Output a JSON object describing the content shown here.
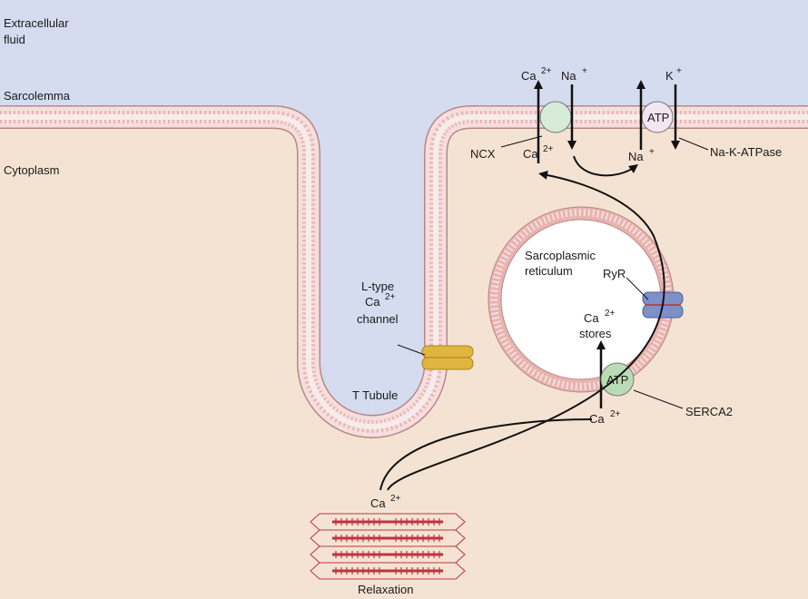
{
  "regions": {
    "extracellular_line1": "Extracellular",
    "extracellular_line2": "fluid",
    "sarcolemma": "Sarcolemma",
    "cytoplasm": "Cytoplasm"
  },
  "t_tubule": {
    "label": "T Tubule"
  },
  "l_type_channel": {
    "line1": "L-type",
    "line2": "Ca",
    "line2_sup": "2+",
    "line3": "channel"
  },
  "ncx": {
    "label": "NCX",
    "ca_out": "Ca",
    "ca_out_sup": "2+",
    "na_out": "Na",
    "na_out_sup": "+",
    "ca_in": "Ca",
    "ca_in_sup": "2+"
  },
  "na_k_atpase": {
    "label": "Na-K-ATPase",
    "atp": "ATP",
    "k_out": "K",
    "k_out_sup": "+",
    "na_in": "Na",
    "na_in_sup": "+"
  },
  "sarcoplasmic_reticulum": {
    "line1": "Sarcoplasmic",
    "line2": "reticulum",
    "ryr": "RyR",
    "stores_ca": "Ca",
    "stores_sup": "2+",
    "stores_word": "stores"
  },
  "serca2": {
    "label": "SERCA2",
    "atp": "ATP",
    "ca": "Ca",
    "ca_sup": "2+"
  },
  "myofilament": {
    "ca": "Ca",
    "ca_sup": "2+",
    "relaxation": "Relaxation"
  },
  "colors": {
    "extracellular": "#d5dcf0",
    "cytoplasm": "#f4e3d2",
    "membrane_head": "#e8b4b0",
    "ncx": "#d6ecd8",
    "atpase": "#f3e6f2",
    "serca": "#b9dcb4",
    "ryr": "#7f8fca",
    "ltype": "#e0b640",
    "filament": "#c0343d"
  }
}
